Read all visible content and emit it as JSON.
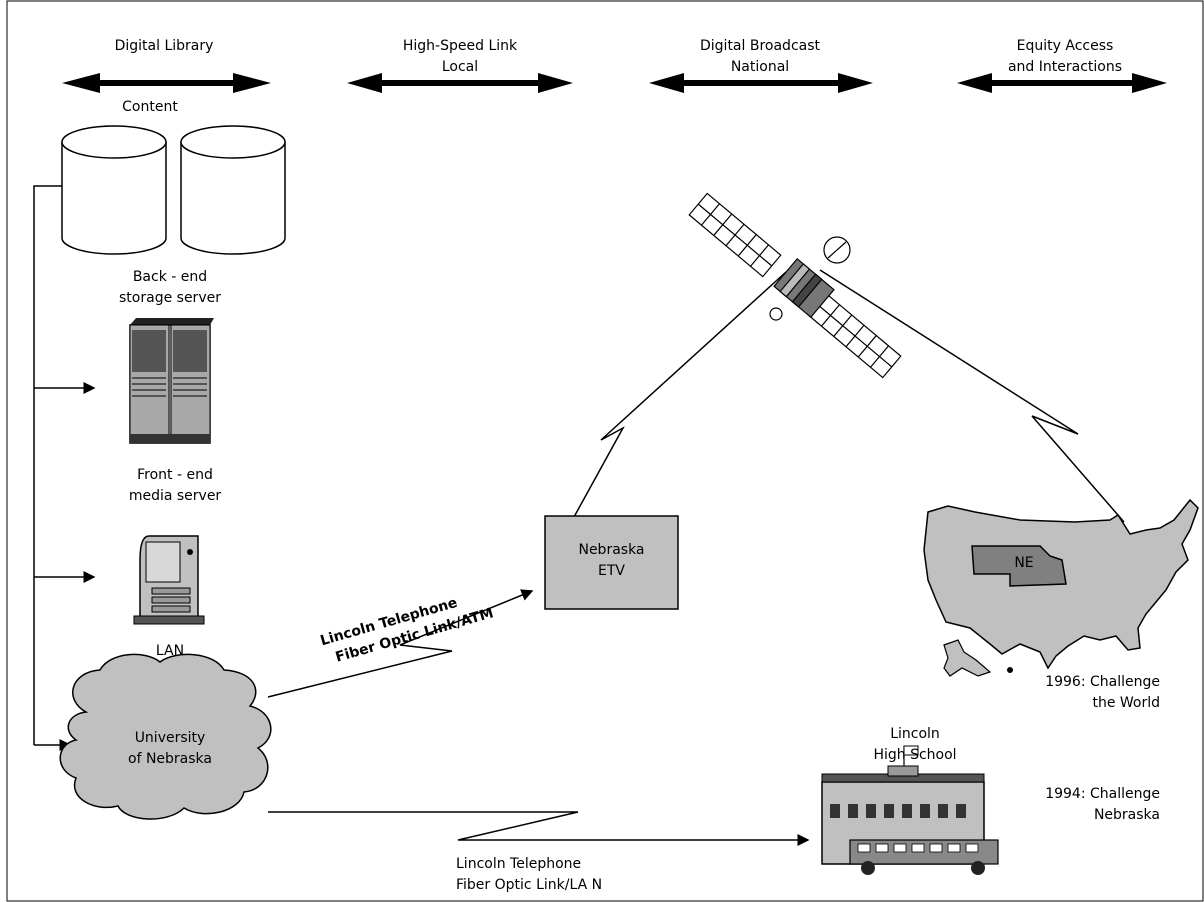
{
  "headers": {
    "digital_library": "Digital Library",
    "high_speed": [
      "High-Speed Link",
      "Local"
    ],
    "digital_broadcast": [
      "Digital Broadcast",
      "National"
    ],
    "equity_access": [
      "Equity Access",
      "and Interactions"
    ]
  },
  "labels": {
    "content": "Content",
    "backend": [
      "Back - end",
      "storage server"
    ],
    "frontend": [
      "Front - end",
      "media server"
    ],
    "lan": "LAN",
    "university": [
      "University",
      "of Nebraska"
    ],
    "etv": [
      "Nebraska",
      "ETV"
    ],
    "fiber_atm": [
      "Lincoln Telephone",
      "Fiber Optic Link/ATM"
    ],
    "fiber_lan": [
      "Lincoln Telephone",
      "Fiber Optic Link/LA N"
    ],
    "school": [
      "Lincoln",
      "High School"
    ],
    "ne": "NE",
    "challenge_world": [
      "1996: Challenge",
      "the World"
    ],
    "challenge_nebraska": [
      "1994: Challenge",
      "Nebraska"
    ]
  },
  "colors": {
    "gray_fill": "#c0c0c0",
    "dark_fill": "#808080",
    "line": "#000000"
  }
}
